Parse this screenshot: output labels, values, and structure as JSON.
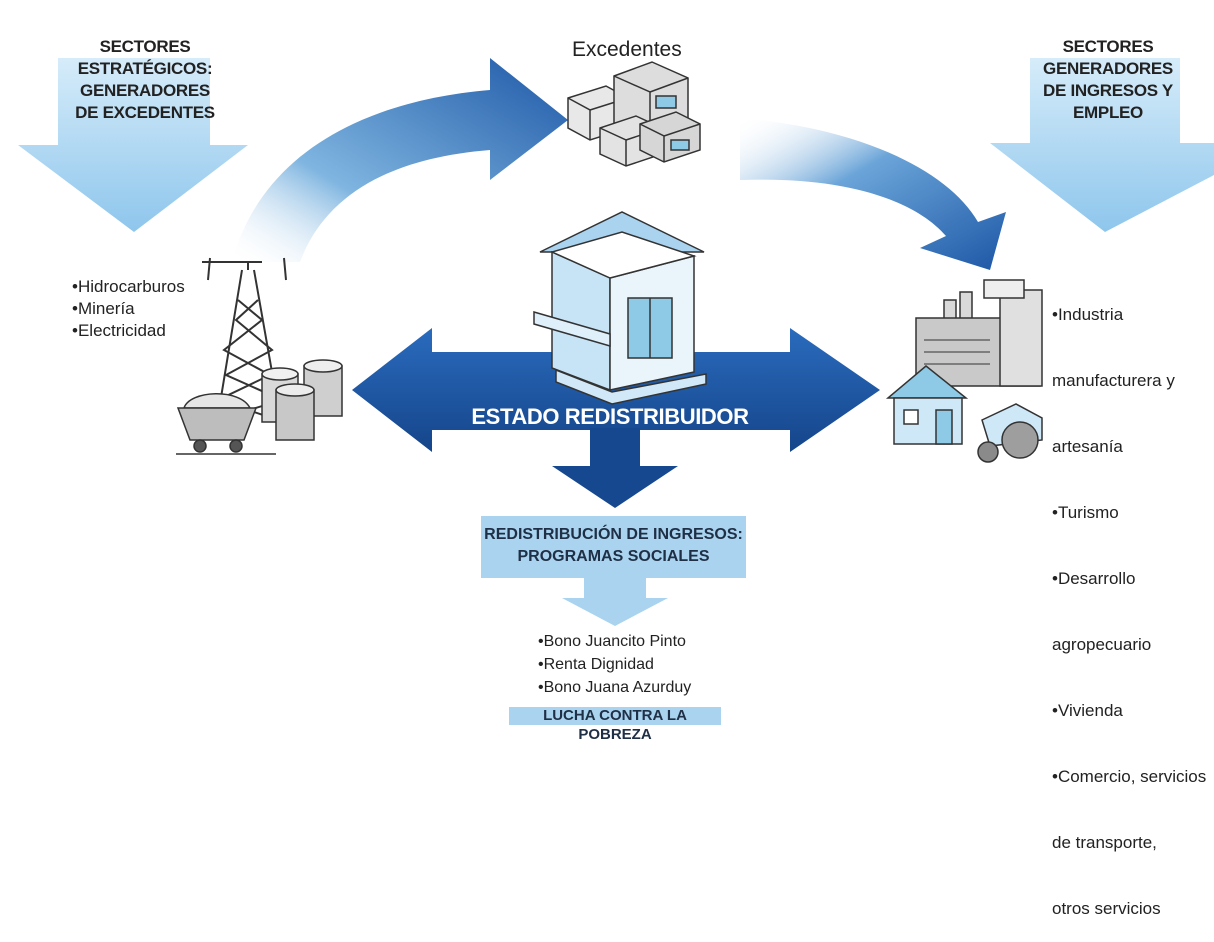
{
  "left_sector": {
    "header_lines": [
      "SECTORES",
      "ESTRATÉGICOS:",
      "GENERADORES",
      "DE EXCEDENTES"
    ],
    "items": [
      "•Hidrocarburos",
      "•Minería",
      "•Electricidad"
    ]
  },
  "top": {
    "label": "Excedentes"
  },
  "right_sector": {
    "header_lines": [
      "SECTORES",
      "GENERADORES",
      "DE INGRESOS Y",
      "EMPLEO"
    ],
    "items": [
      "•Industria",
      " manufacturera y",
      " artesanía",
      "•Turismo",
      "•Desarrollo",
      " agropecuario",
      "•Vivienda",
      "•Comercio, servicios",
      " de transporte,",
      " otros servicios"
    ]
  },
  "center": {
    "label": "ESTADO REDISTRIBUIDOR"
  },
  "redistribution": {
    "lines": [
      "REDISTRIBUCIÓN DE INGRESOS:",
      "PROGRAMAS SOCIALES"
    ]
  },
  "programs": {
    "items": [
      "•Bono Juancito Pinto",
      "•Renta Dignidad",
      "•Bono Juana Azurduy"
    ]
  },
  "bottom": {
    "label": "LUCHA CONTRA LA POBREZA"
  },
  "icons": [
    "down-arrow-icon",
    "money-stack-icon",
    "oil-tower-icon",
    "barrels-icon",
    "mine-cart-icon",
    "bank-building-icon",
    "factory-icon",
    "house-icon",
    "tractor-icon"
  ],
  "colors": {
    "dark_blue": "#1d57a6",
    "light_blue": "#a9d3ef",
    "pale_blue": "#cfe8f8"
  }
}
